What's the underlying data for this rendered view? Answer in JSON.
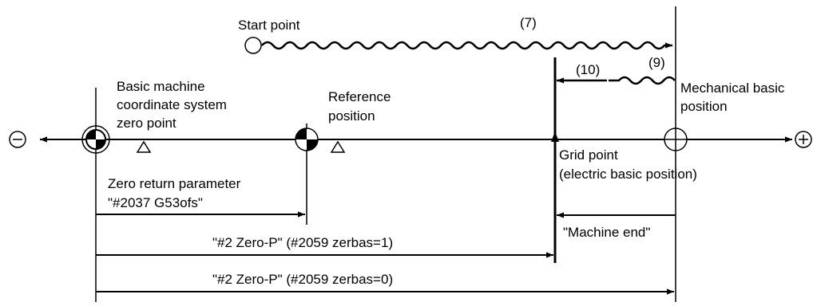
{
  "labels": {
    "start_point": "Start point",
    "step_7": "(7)",
    "step_9": "(9)",
    "step_10": "(10)",
    "basic_machine_zero": [
      "Basic machine",
      "coordinate system",
      "zero point"
    ],
    "reference_position": [
      "Reference",
      "position"
    ],
    "mechanical_basic_position": [
      "Mechanical basic",
      "position"
    ],
    "grid_point": [
      "Grid point",
      "(electric basic position)"
    ],
    "zero_return_parameter": [
      "Zero return parameter",
      "\"#2037 G53ofs\""
    ],
    "machine_end": "\"Machine end\"",
    "zero_p_zerbas_1": "\"#2 Zero-P\" (#2059 zerbas=1)",
    "zero_p_zerbas_0": "\"#2 Zero-P\" (#2059 zerbas=0)",
    "minus_symbol": "−",
    "plus_symbol": "+"
  }
}
